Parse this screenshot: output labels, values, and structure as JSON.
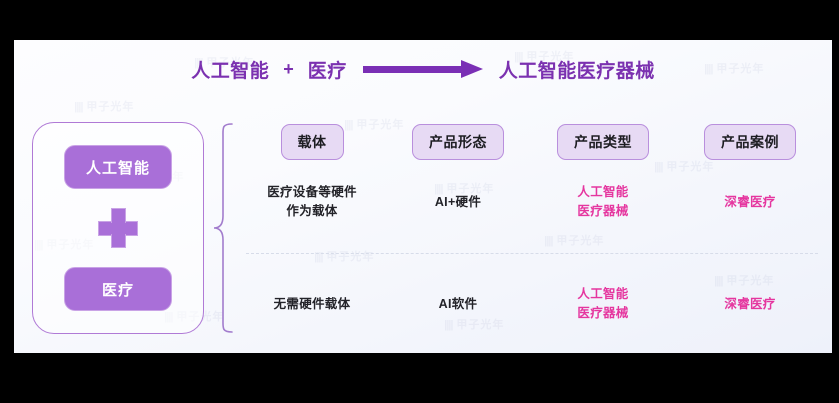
{
  "background": {
    "page_bg": "#000000",
    "stage_bg": "#eef1fa",
    "accent_purple": "#7b31b0",
    "accent_pink": "#e5369f",
    "box_purple": "#a96fd8",
    "pill_lavender": "#e7daf4"
  },
  "headline": {
    "left_term": "人工智能",
    "plus": "+",
    "middle_term": "医疗",
    "arrow_icon": "right-arrow-icon",
    "result_term": "人工智能医疗器械"
  },
  "left_panel": {
    "top_box": "人工智能",
    "plus_icon": "plus-cross-icon",
    "bottom_box": "医疗"
  },
  "brace": {
    "icon": "curly-brace-icon"
  },
  "table": {
    "columns": [
      {
        "header": "载体"
      },
      {
        "header": "产品形态"
      },
      {
        "header": "产品类型"
      },
      {
        "header": "产品案例"
      }
    ],
    "rows": [
      {
        "carrier": "医疗设备等硬件\n作为载体",
        "carrier_line1": "医疗设备等硬件",
        "carrier_line2": "作为载体",
        "form": "AI+硬件",
        "type_line1": "人工智能",
        "type_line2": "医疗器械",
        "case": "深睿医疗"
      },
      {
        "carrier": "无需硬件载体",
        "carrier_line1": "无需硬件载体",
        "carrier_line2": "",
        "form": "AI软件",
        "type_line1": "人工智能",
        "type_line2": "医疗器械",
        "case": "深睿医疗"
      }
    ]
  },
  "watermarks": {
    "text": "甲子光年",
    "bars": "||||"
  }
}
